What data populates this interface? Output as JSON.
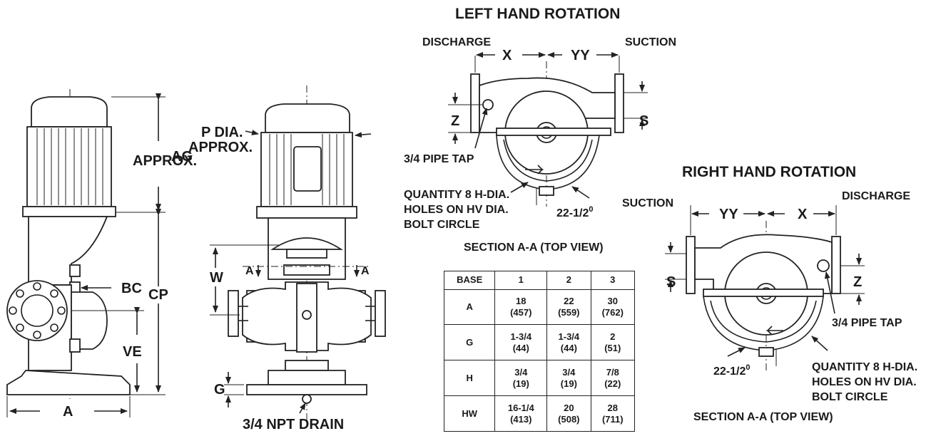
{
  "labels": {
    "ag": "AG",
    "approx1": "APPROX.",
    "p_dia": "P DIA.",
    "approx2": "APPROX.",
    "cp": "CP",
    "bc": "BC",
    "ve": "VE",
    "a_dim": "A",
    "w": "W",
    "g": "G",
    "section_a_left": "A",
    "section_a_right": "A",
    "npt_drain": "3/4 NPT DRAIN"
  },
  "left_hand": {
    "title": "LEFT HAND ROTATION",
    "discharge": "DISCHARGE",
    "suction": "SUCTION",
    "x": "X",
    "yy": "YY",
    "z": "Z",
    "s": "S",
    "pipe_tap": "3/4 PIPE TAP",
    "holes_line1": "QUANTITY 8 H-DIA.",
    "holes_line2": "HOLES ON HV DIA.",
    "holes_line3": "BOLT CIRCLE",
    "angle": "22-1/2",
    "angle_sup": "0",
    "section": "SECTION A-A (TOP VIEW)"
  },
  "right_hand": {
    "title": "RIGHT HAND ROTATION",
    "discharge": "DISCHARGE",
    "suction": "SUCTION",
    "x": "X",
    "yy": "YY",
    "z": "Z",
    "s": "S",
    "pipe_tap": "3/4 PIPE TAP",
    "holes_line1": "QUANTITY 8 H-DIA.",
    "holes_line2": "HOLES ON HV DIA.",
    "holes_line3": "BOLT CIRCLE",
    "angle": "22-1/2",
    "angle_sup": "0",
    "section": "SECTION A-A (TOP VIEW)"
  },
  "table": {
    "header": [
      "BASE",
      "1",
      "2",
      "3"
    ],
    "rows": [
      {
        "name": "A",
        "v1": "18",
        "m1": "(457)",
        "v2": "22",
        "m2": "(559)",
        "v3": "30",
        "m3": "(762)"
      },
      {
        "name": "G",
        "v1": "1-3/4",
        "m1": "(44)",
        "v2": "1-3/4",
        "m2": "(44)",
        "v3": "2",
        "m3": "(51)"
      },
      {
        "name": "H",
        "v1": "3/4",
        "m1": "(19)",
        "v2": "3/4",
        "m2": "(19)",
        "v3": "7/8",
        "m3": "(22)"
      },
      {
        "name": "HW",
        "v1": "16-1/4",
        "m1": "(413)",
        "v2": "20",
        "m2": "(508)",
        "v3": "28",
        "m3": "(711)"
      }
    ]
  }
}
